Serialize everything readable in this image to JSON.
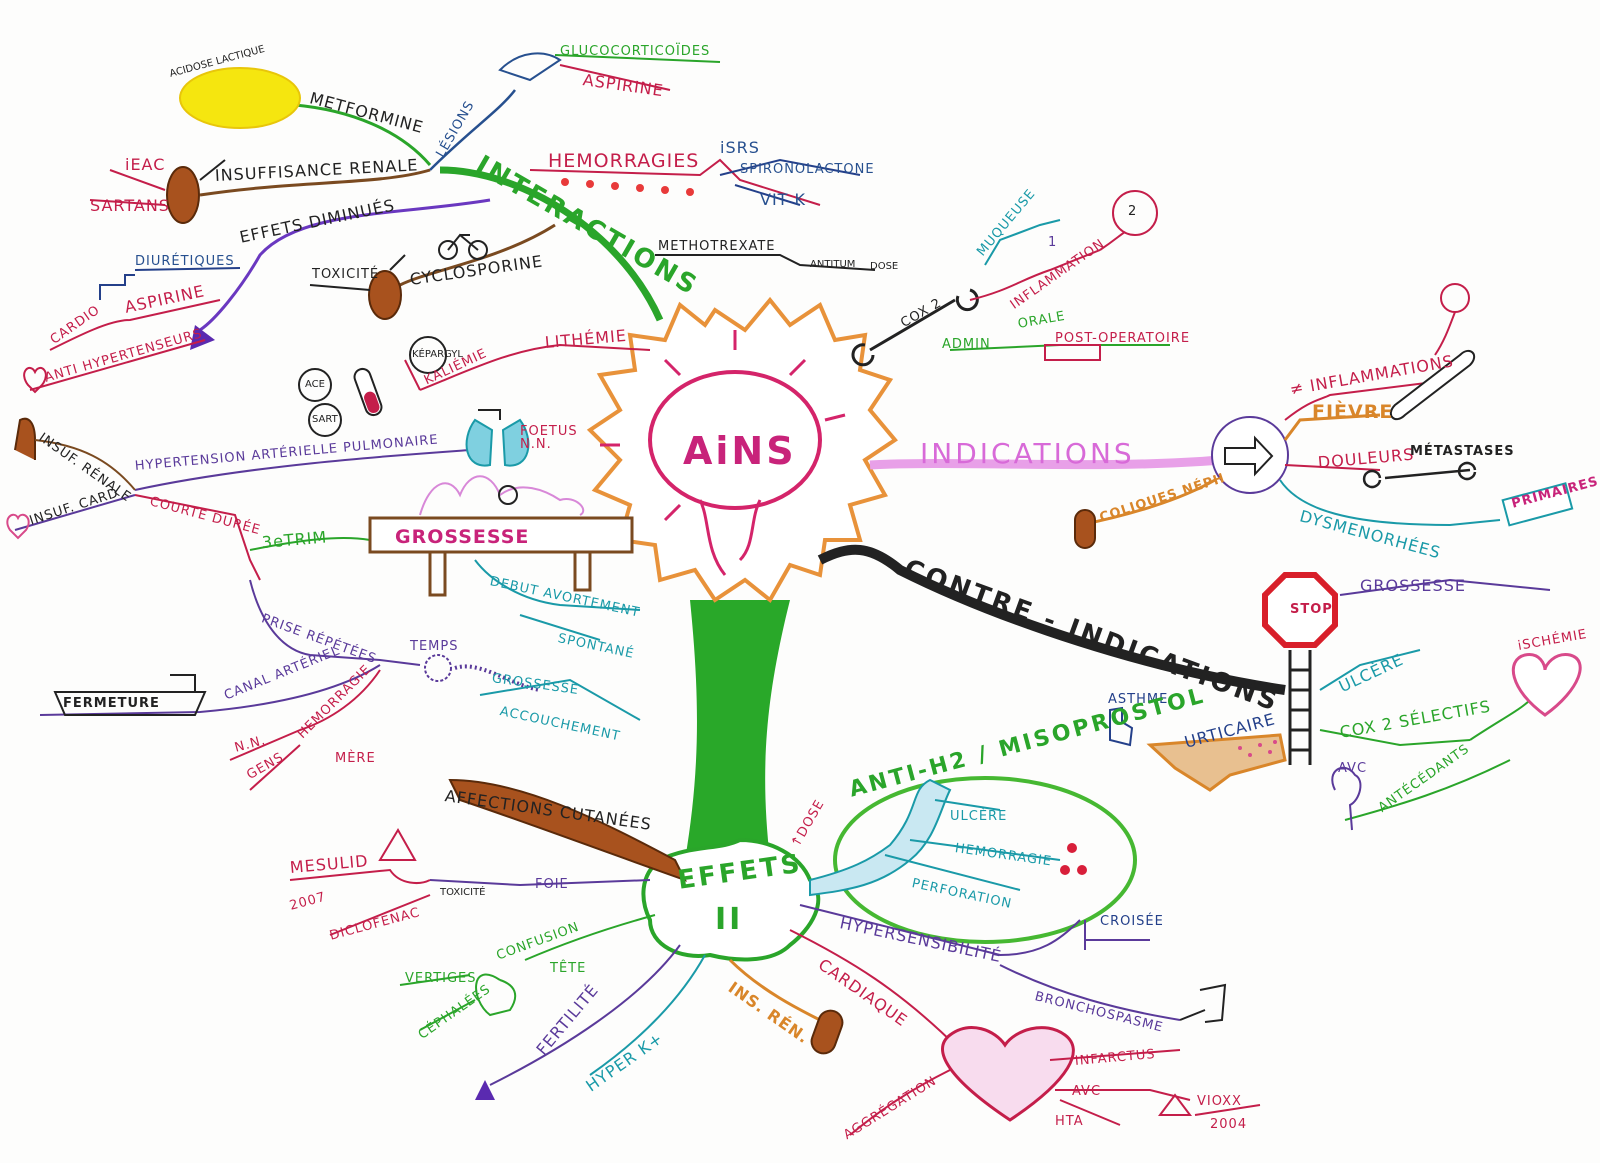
{
  "center": {
    "title": "AiNS"
  },
  "interactions": {
    "title": "INTERACTIONS",
    "lesions": "LÉSIONS",
    "glucocorticoides": "GLUCOCORTICOÏDES",
    "aspirine_top": "ASPIRINE",
    "acidose": "ACIDOSE LACTIQUE",
    "metformine": "METFORMINE",
    "ieac": "iEAC",
    "sartans": "SARTANS",
    "insuffisance_renale": "INSUFFISANCE RENALE",
    "hemorragies": "HEMORRAGIES",
    "isrs": "iSRS",
    "spironolactone": "SPIRONOLACTONE",
    "vitk": "VIT K",
    "effets_diminues": "EFFETS DIMINUÉS",
    "diuretiques": "DIURÉTIQUES",
    "aspirine_left": "ASPIRINE",
    "cardio": "CARDIO",
    "antihypertenseurs": "ANTI HYPERTENSEURS",
    "toxicite": "TOXICITÉ",
    "cyclosporine": "CYCLOSPORINE",
    "methotrexate": "METHOTREXATE",
    "antitum": "ANTITUM",
    "dose": "DOSE",
    "lithemie": "LITHÉMIE",
    "kaliemie": "KALIÉMIE",
    "kepargyl": "KÉPARGYL",
    "ace": "ACE",
    "sart": "SART"
  },
  "grossesse": {
    "title": "GROSSESSE",
    "foetus": "FOETUS N.N.",
    "htap": "HYPERTENSION ARTÉRIELLE PULMONAIRE",
    "insuf_renale": "INSUF. RÉNALE",
    "insuf_card": "INSUF. CARD",
    "courte_duree": "COURTE DURÉE",
    "trim": "3eTRIM",
    "prise_repetees": "PRISE RÉPÉTÉES",
    "temps": "TEMPS",
    "canal_arteriel": "CANAL ARTÉRIEL",
    "fermeture": "FERMETURE",
    "debut_avortement": "DEBUT AVORTEMENT",
    "spontane": "SPONTANÉ",
    "grossesse2": "GROSSESSE",
    "accouchement": "ACCOUCHEMENT",
    "nn": "N.N.",
    "hemorragie": "HEMORRAGIE",
    "mere": "MÈRE",
    "gens": "GENS"
  },
  "indications": {
    "title": "INDICATIONS",
    "cox": "COX 2",
    "muqueuse": "MUQUEUSE",
    "inflammation": "INFLAMMATION",
    "admin": "ADMIN",
    "orale": "ORALE",
    "post_operatoire": "POST-OPERATOIRE",
    "inflammations": "≠ INFLAMMATIONS",
    "fievre": "FIÈVRE",
    "douleurs": "DOULEURS",
    "metastases": "MÉTASTASES",
    "coliques": "COLIQUES NÉPH",
    "dysmenorrhees": "DYSMENORHÉES",
    "primaires": "PRIMAIRES",
    "n1": "1",
    "n2": "2"
  },
  "contre": {
    "title": "CONTRE - INDICATIONS",
    "stop": "STOP",
    "grossesse": "GROSSESSE",
    "ulcere": "ULCÈRE",
    "asthme": "ASTHME",
    "urticaire": "URTICAIRE",
    "cox2": "COX 2 SÉLECTIFS",
    "ischemie": "iSCHÉMIE",
    "avc": "AVC",
    "antecedants": "ANTÉCÉDANTS"
  },
  "effets": {
    "title": "EFFETS",
    "numeral": "II",
    "anti_h2": "ANTI-H2 / MISOPROSTOL",
    "dose": "↑DOSE",
    "ulcere": "ULCÈRE",
    "hemorragie": "HEMORRAGIE",
    "perforation": "PERFORATION",
    "affections": "AFFECTIONS CUTANÉES",
    "mesulid": "MESULID",
    "year2007": "2007",
    "diclofenac": "DICLOFENAC",
    "toxicite": "TOXICITÉ",
    "foie": "FOIE",
    "vertiges": "VERTIGES",
    "confusion": "CONFUSION",
    "tete": "TÊTE",
    "cephalees": "CÉPHALÉES",
    "fertilite": "FERTILITÉ",
    "hyperk": "HYPER K+",
    "ins_ren": "INS. RÉN.",
    "hypersensibilite": "HYPERSENSIBILITÉ",
    "croisee": "CROISÉE",
    "bronchospasme": "BRONCHOSPASME",
    "cardiaque": "CARDIAQUE",
    "infarctus": "INFARCTUS",
    "avc": "AVC",
    "hta": "HTA",
    "aggregation": "AGGRÉGATION",
    "vioxx": "VIOXX",
    "year2004": "2004"
  }
}
